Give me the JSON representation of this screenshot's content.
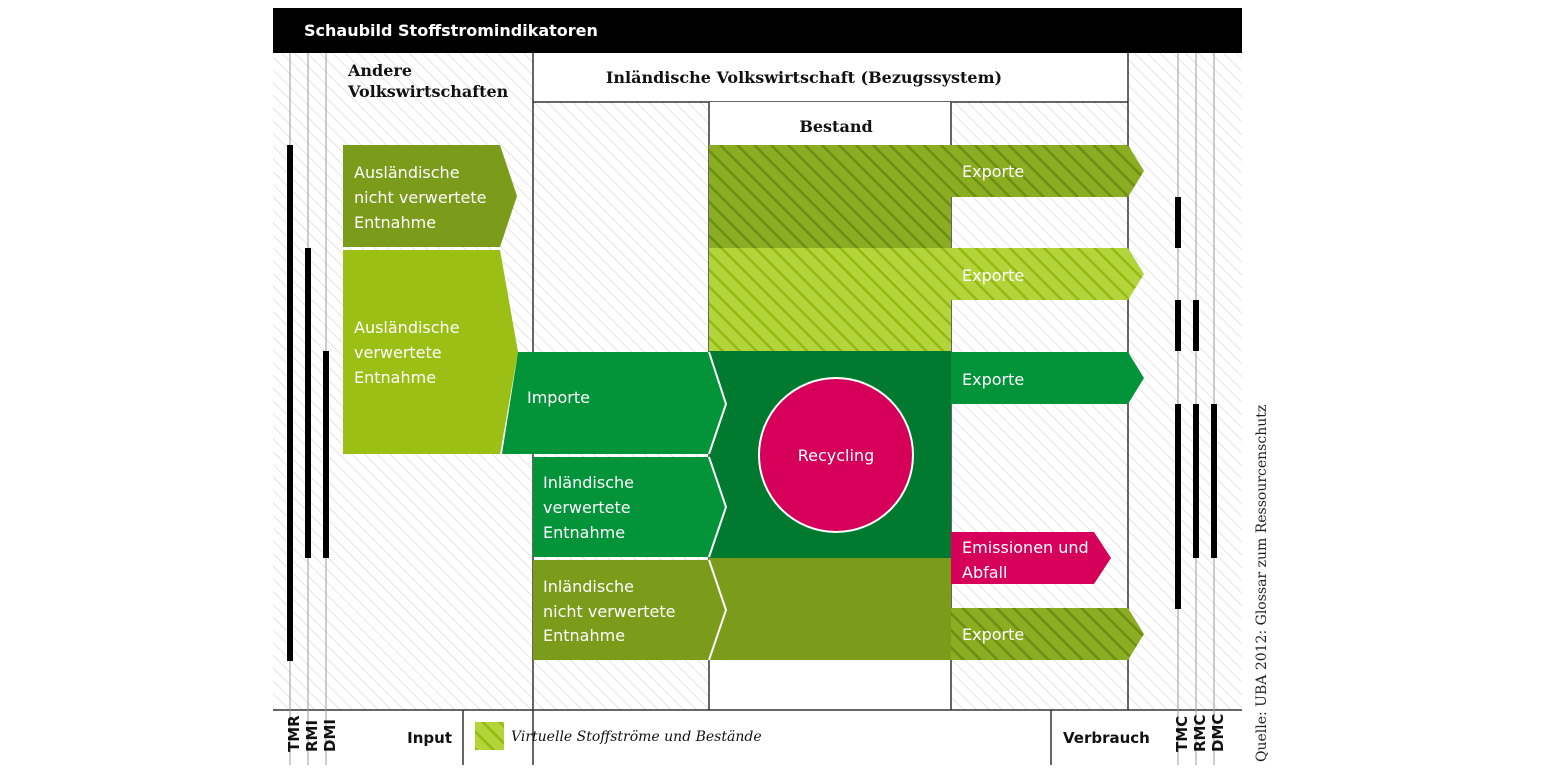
{
  "title": "Schaubild Stoffstromindikatoren",
  "headers": {
    "andere": [
      "Andere",
      "Volkswirtschaften"
    ],
    "inland": "Inländische Volkswirtschaft (Bezugssystem)",
    "bestand": "Bestand"
  },
  "flows": {
    "ausl_nicht": [
      "Ausländische",
      "nicht verwertete",
      "Entnahme"
    ],
    "ausl_verw": [
      "Ausländische",
      "verwertete",
      "Entnahme"
    ],
    "importe": "Importe",
    "inl_verw": [
      "Inländische",
      "verwertete",
      "Entnahme"
    ],
    "inl_nicht": [
      "Inländische",
      "nicht verwertete",
      "Entnahme"
    ],
    "recycling": "Recycling",
    "exporte": "Exporte",
    "emissionen": [
      "Emissionen und",
      "Abfall"
    ]
  },
  "bottom": {
    "input": "Input",
    "legend": "Virtuelle Stoffströme und Bestände",
    "verbrauch": "Verbrauch",
    "left_indicators": [
      "TMR",
      "RMI",
      "DMI"
    ],
    "right_indicators": [
      "TMC",
      "RMC",
      "DMC"
    ]
  },
  "source": "Quelle: UBA 2012: Glossar zum Ressourcenschutz",
  "colors": {
    "dark_olive": "#7a9c1a",
    "light_green": "#9bbf14",
    "mid_green": "#03943a",
    "dark_green": "#007a2f",
    "magenta": "#d6005a",
    "hatch_bg": "#d8d8d8"
  }
}
